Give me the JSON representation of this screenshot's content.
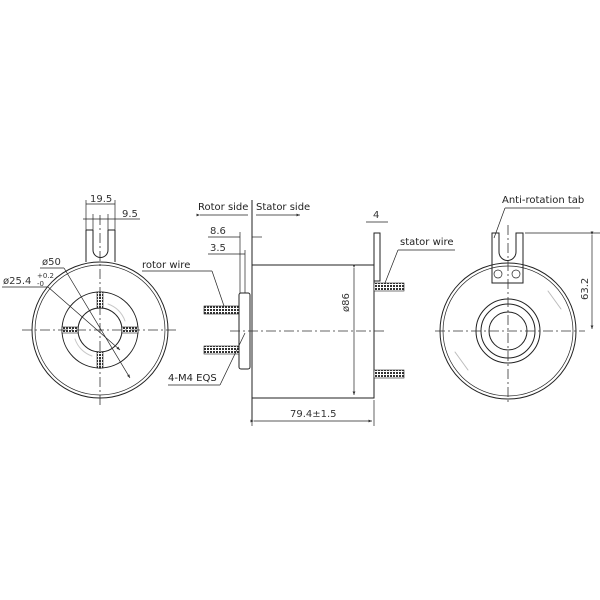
{
  "drawing": {
    "type": "slip ring technical drawing",
    "views": [
      "front view (rotor side)",
      "side view",
      "rear view (stator side)"
    ]
  },
  "labels": {
    "rotor_side": "Rotor side",
    "stator_side": "Stator side",
    "rotor_wire": "rotor wire",
    "stator_wire": "stator wire",
    "anti_rotation_tab": "Anti-rotation tab",
    "mount_holes": "4-M4  EQS"
  },
  "dimensions": {
    "tab_width": "19.5",
    "slot_width": "9.5",
    "outer_diameter": "ø50",
    "bore_diameter": "ø25.4",
    "bore_tol_upper": "+0.2",
    "bore_tol_lower": "-0",
    "flange_offset": "8.6",
    "flange_thickness": "3.5",
    "tab_thickness": "4",
    "body_diameter": "ø86",
    "body_length": "79.4±1.5",
    "tab_height": "63.2"
  }
}
